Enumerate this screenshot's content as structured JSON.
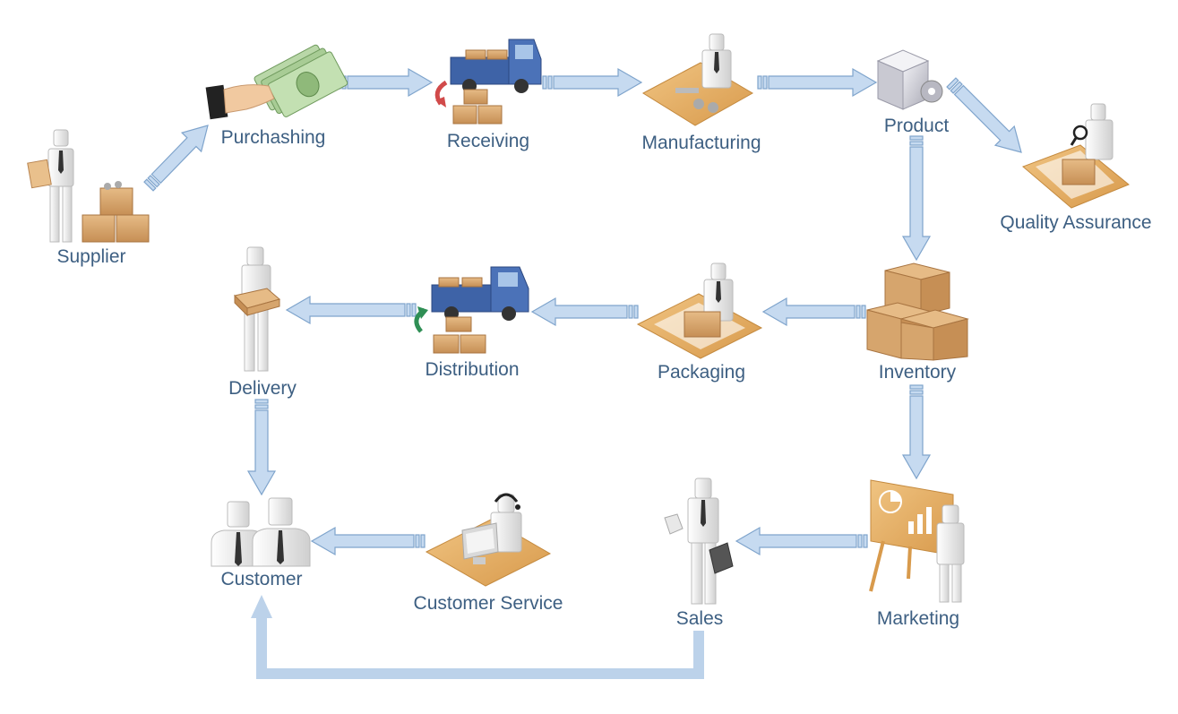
{
  "diagram": {
    "nodes": [
      {
        "id": "supplier",
        "label": "Supplier",
        "icon": "supplier-person-with-boxes-icon"
      },
      {
        "id": "purchasing",
        "label": "Purchashing",
        "icon": "hand-with-cash-icon"
      },
      {
        "id": "receiving",
        "label": "Receiving",
        "icon": "delivery-truck-with-boxes-icon"
      },
      {
        "id": "manufacturing",
        "label": "Manufacturing",
        "icon": "worker-at-workbench-icon"
      },
      {
        "id": "product",
        "label": "Product",
        "icon": "product-cube-with-gear-icon"
      },
      {
        "id": "quality_assurance",
        "label": "Quality Assurance",
        "icon": "inspector-with-magnifier-icon"
      },
      {
        "id": "inventory",
        "label": "Inventory",
        "icon": "stacked-boxes-icon"
      },
      {
        "id": "packaging",
        "label": "Packaging",
        "icon": "worker-packing-box-icon"
      },
      {
        "id": "distribution",
        "label": "Distribution",
        "icon": "distribution-truck-icon"
      },
      {
        "id": "delivery",
        "label": "Delivery",
        "icon": "person-carrying-box-icon"
      },
      {
        "id": "customer",
        "label": "Customer",
        "icon": "customer-group-icon"
      },
      {
        "id": "customer_service",
        "label": "Customer Service",
        "icon": "agent-with-headset-icon"
      },
      {
        "id": "sales",
        "label": "Sales",
        "icon": "salesman-with-briefcase-icon"
      },
      {
        "id": "marketing",
        "label": "Marketing",
        "icon": "presenter-with-chart-board-icon"
      }
    ],
    "edges": [
      {
        "from": "supplier",
        "to": "purchasing"
      },
      {
        "from": "purchasing",
        "to": "receiving"
      },
      {
        "from": "receiving",
        "to": "manufacturing"
      },
      {
        "from": "manufacturing",
        "to": "product"
      },
      {
        "from": "product",
        "to": "quality_assurance"
      },
      {
        "from": "product",
        "to": "inventory"
      },
      {
        "from": "inventory",
        "to": "packaging"
      },
      {
        "from": "packaging",
        "to": "distribution"
      },
      {
        "from": "distribution",
        "to": "delivery"
      },
      {
        "from": "delivery",
        "to": "customer"
      },
      {
        "from": "inventory",
        "to": "marketing"
      },
      {
        "from": "marketing",
        "to": "sales"
      },
      {
        "from": "customer_service",
        "to": "customer"
      },
      {
        "from": "sales",
        "to": "customer"
      }
    ],
    "colors": {
      "label": "#3d5f82",
      "arrow_fill": "#c6daf0",
      "arrow_stroke": "#7fa4cc",
      "box": "#d6a66f",
      "box_dark": "#b98551",
      "desk": "#e0a85c",
      "person": "#e3e3e3",
      "truck": "#3e63a7",
      "cash": "#8fb97a"
    }
  }
}
